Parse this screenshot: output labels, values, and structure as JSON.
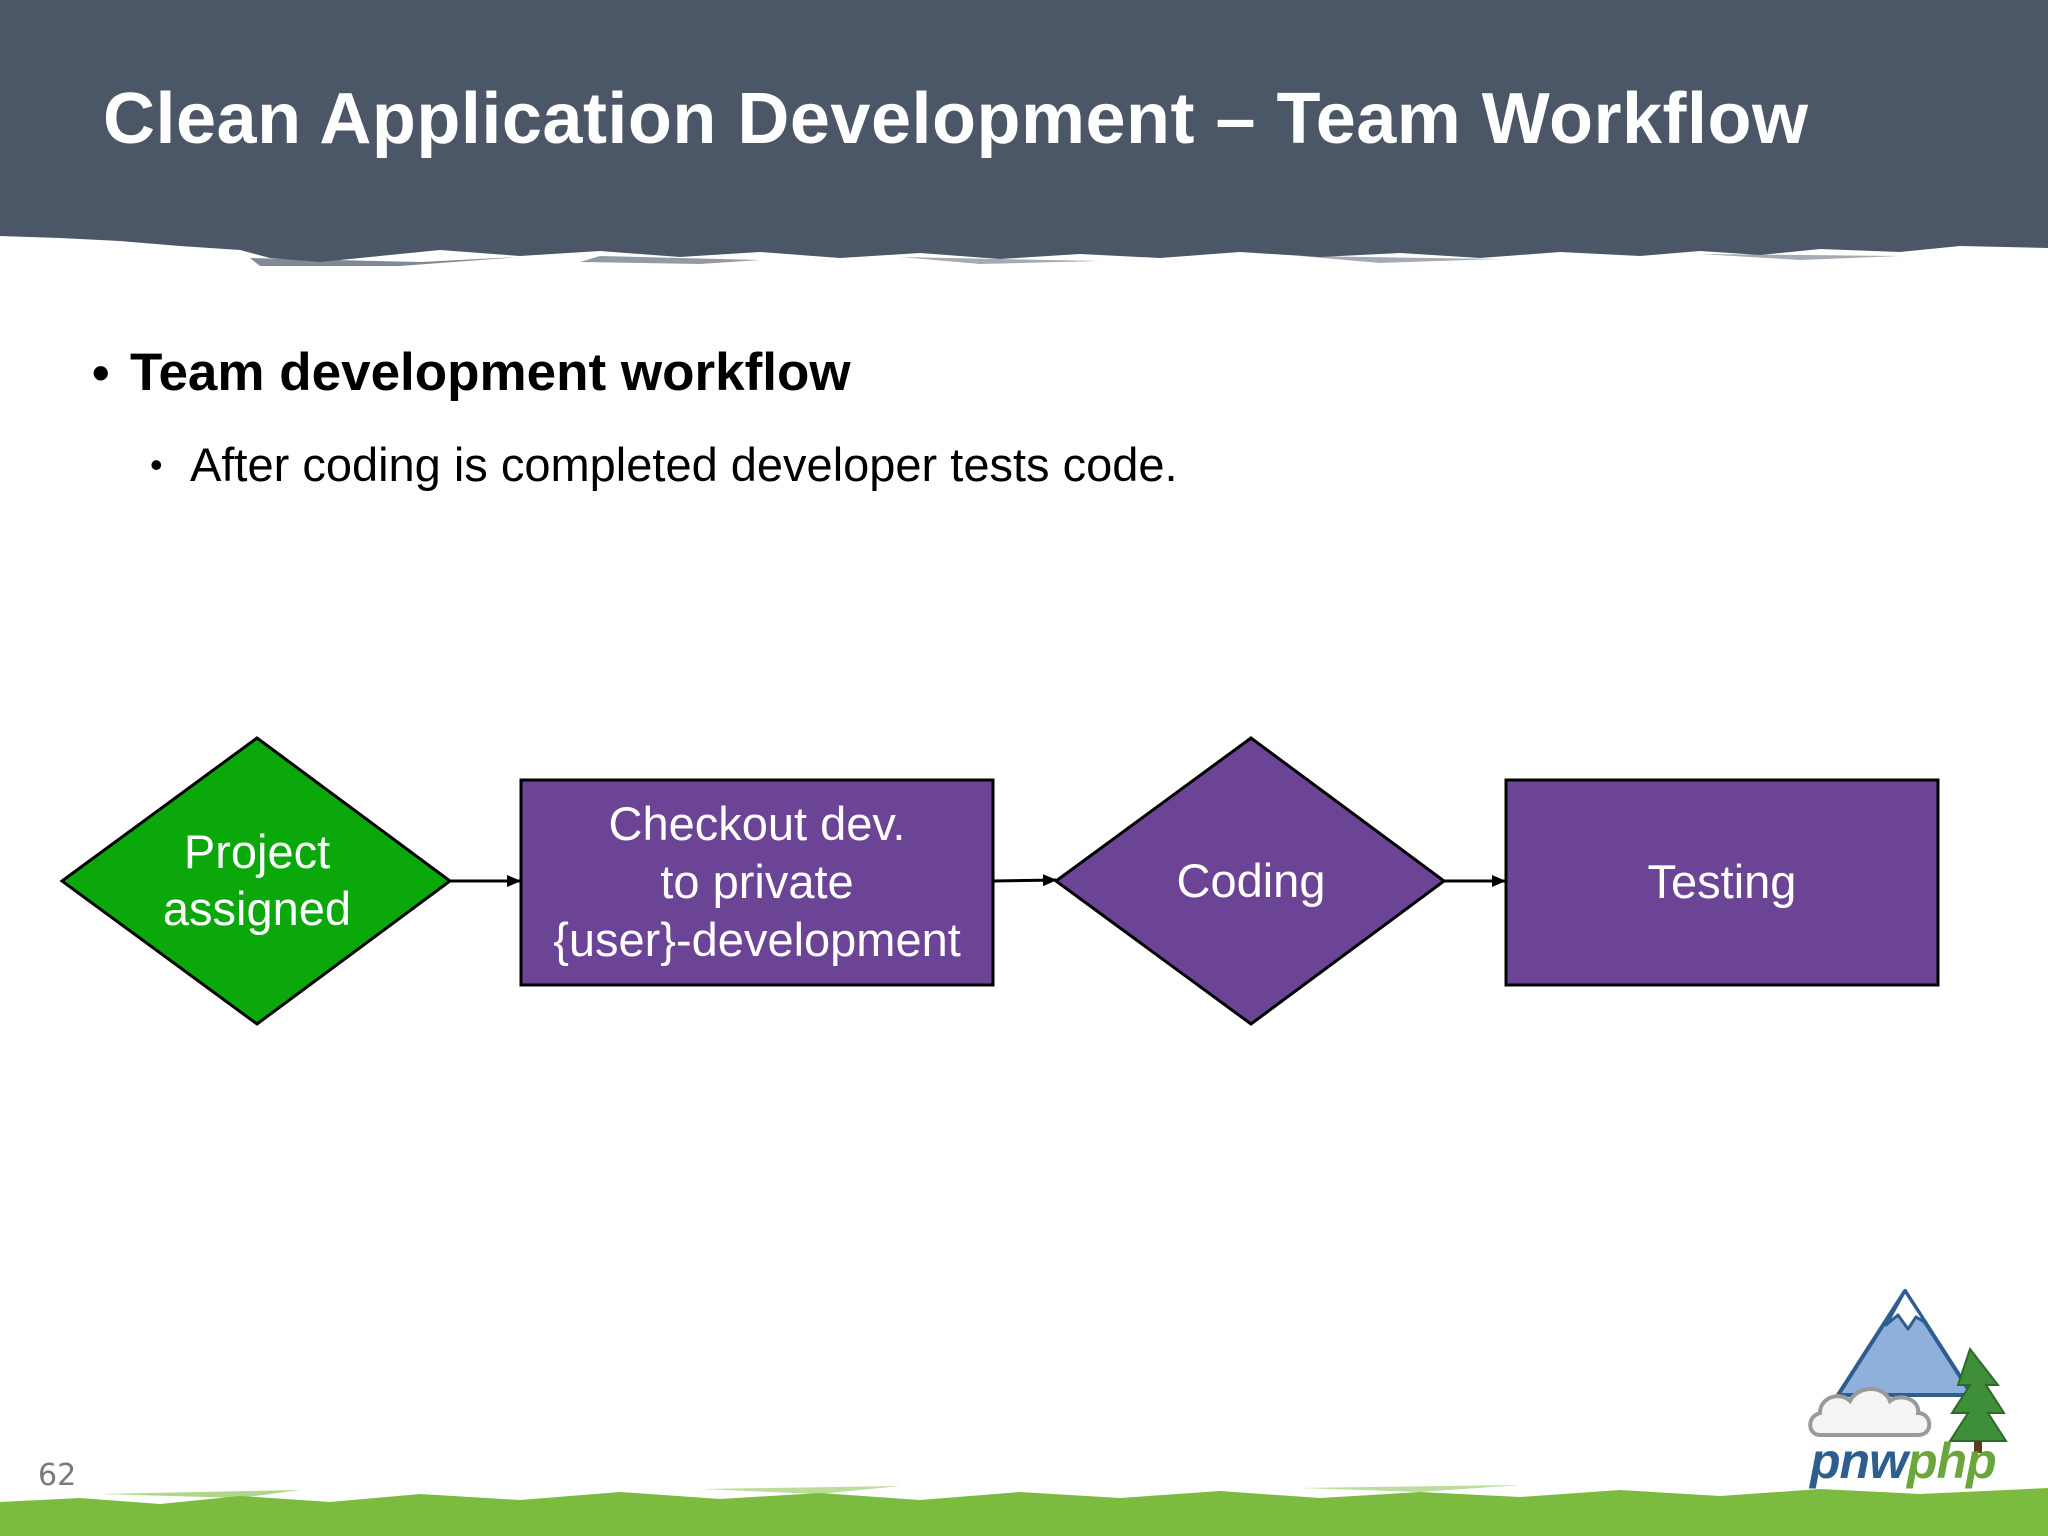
{
  "slide": {
    "title": "Clean Application Development – Team Workflow",
    "page_number": "62"
  },
  "content": {
    "bullet": "Team development workflow",
    "sub_bullet": "After coding is completed developer tests code."
  },
  "diagram": {
    "nodes": [
      {
        "id": "project",
        "shape": "diamond",
        "lines": [
          "Project",
          "assigned"
        ],
        "fill": "#0aa80a"
      },
      {
        "id": "checkout",
        "shape": "rectangle",
        "lines": [
          "Checkout dev.",
          "to private",
          "{user}-development"
        ],
        "fill": "#6b4496"
      },
      {
        "id": "coding",
        "shape": "diamond",
        "lines": [
          "Coding"
        ],
        "fill": "#6b4496"
      },
      {
        "id": "testing",
        "shape": "rectangle",
        "lines": [
          "Testing"
        ],
        "fill": "#6b4496"
      }
    ],
    "edges": [
      {
        "from": "project",
        "to": "checkout"
      },
      {
        "from": "checkout",
        "to": "coding"
      },
      {
        "from": "coding",
        "to": "testing"
      }
    ]
  },
  "logo": {
    "text_part1": "pnw",
    "text_part2": "php"
  },
  "colors": {
    "header": "#4b5766",
    "footer_grass": "#7bbb3f",
    "node_stroke": "#000000"
  }
}
